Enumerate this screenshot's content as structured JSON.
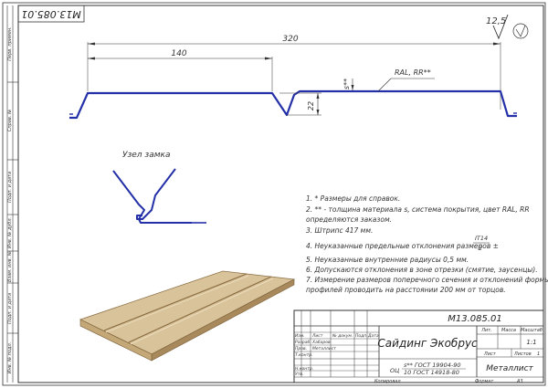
{
  "drawing": {
    "code_upside_down": "M13.085.01",
    "roughness": "12,5",
    "dim_total": "320",
    "dim_step": "140",
    "dim_height": "22",
    "dim_thickness": "s**",
    "coating_label": "RAL, RR**",
    "lock_title": "Узел замка",
    "colors": {
      "profile": "#2430a8",
      "panel_face": "#d9c39b",
      "panel_edge": "#a8895c",
      "line": "#333333"
    }
  },
  "notes": [
    "1. * Размеры для справок.",
    "2. ** - толщина материала s, система покрытия, цвет RAL, RR",
    "определяются заказом.",
    "3. Штрипс 417 мм.",
    "4. Неуказанные предельные отклонения размеров ±",
    "5. Неуказанные внутренние радиусы 0,5 мм.",
    "6. Допускаются отклонения в зоне отрезки (смятие, заусенцы).",
    "7. Измерение размеров поперечного сечения и отклонений формы",
    "профилей проводить на расстоянии 200 мм от торцов."
  ],
  "tolerance": {
    "top": "IT14",
    "bottom": "2"
  },
  "side_stamp": [
    "Перв. примен.",
    "Справ. №",
    "Подп. и дата",
    "Инв. № дубл.",
    "Взам. инв. №",
    "Подп. и дата",
    "Инв. № подл."
  ],
  "title_block": {
    "designation": "M13.085.01",
    "name": "Сайдинг Экобрус",
    "material_line1": "s** ГОСТ 19904-90",
    "material_line2": "10 ГОСТ 14918-80",
    "material_prefix": "ОЦ",
    "company": "Металлист",
    "header_lit": "Лит.",
    "header_mass": "Масса",
    "header_scale": "Масштаб",
    "scale": "1:1",
    "sheet_label": "Лист",
    "sheets_label": "Листов",
    "sheets_count": "1",
    "rows": [
      {
        "role": "Изм.",
        "name": "Лист"
      },
      {
        "role": "Разраб.",
        "name": "Хабаров"
      },
      {
        "role": "Пров.",
        "name": "Металлист"
      },
      {
        "role": "Т.контр.",
        "name": ""
      },
      {
        "role": "Н.контр.",
        "name": ""
      },
      {
        "role": "Утв.",
        "name": ""
      }
    ],
    "col_doc": "№ докум.",
    "col_sign": "Подп.",
    "col_date": "Дата",
    "copied": "Копировал",
    "format_label": "Формат",
    "format_value": "А3"
  }
}
